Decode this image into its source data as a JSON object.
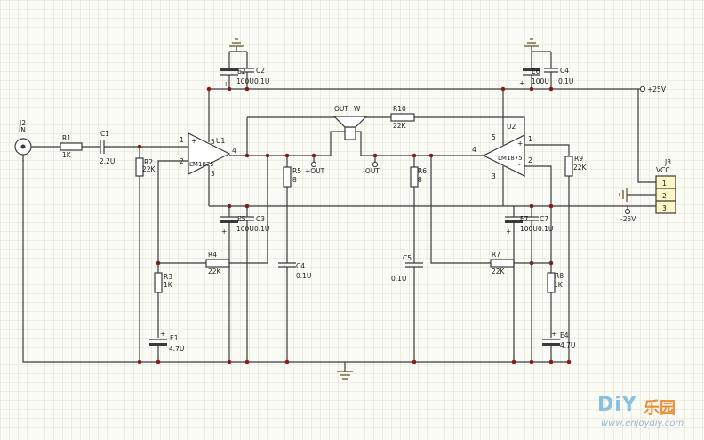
{
  "labels": {
    "j2": "J2",
    "in": "IN",
    "r1": "R1",
    "r1_val": "1K",
    "c1": "C1",
    "c1_val": "2.2U",
    "r2": "R2",
    "r2_val": "22K",
    "u1": "U1",
    "u1_chip": "LM1875",
    "u2": "U2",
    "u2_chip": "LM1875",
    "e2": "E2",
    "e2_val": "100U",
    "c2": "C2",
    "c2_val": "0.1U",
    "e6": "E6",
    "e6_val": "100U",
    "c4_top": "C4",
    "c4_top_val": "0.1U",
    "out": "OUT",
    "w": "W",
    "r10": "R10",
    "r10_val": "22K",
    "r5": "R5",
    "r5_val": "8",
    "r6": "R6",
    "r6_val": "8",
    "plus_out": "+OUT",
    "minus_out": "-OUT",
    "r9": "R9",
    "r9_val": "22K",
    "j3": "J3",
    "vcc": "VCC",
    "vcc1": "1",
    "vcc2": "2",
    "vcc3": "3",
    "plus25": "+25V",
    "minus25": "-25V",
    "e5": "E5",
    "e5_val": "100U",
    "c3": "C3",
    "c3_val": "0.1U",
    "e7": "E7",
    "e7_val": "100U",
    "c7": "C7",
    "c7_val": "0.1U",
    "r4": "R4",
    "r4_val": "22K",
    "r7": "R7",
    "r7_val": "22K",
    "c4": "C4",
    "c4_val": "0.1U",
    "c5": "C5",
    "c5_val": "0.1U",
    "r3": "R3",
    "r3_val": "1K",
    "r8": "R8",
    "r8_val": "1K",
    "e1": "E1",
    "e1_val": "4.7U",
    "e4": "E4",
    "e4_val": "4.7U",
    "pin1": "1",
    "pin2": "2",
    "pin3": "3",
    "pin4": "4",
    "pin5": "5",
    "plus": "+",
    "minus": "-"
  },
  "watermark": {
    "brand_a": "DiY",
    "brand_b": "乐园",
    "url": "www.enjoydiy.com"
  },
  "colors": {
    "grid": "#c9c9b5",
    "wire": "#3a3a3a",
    "junction": "#8b1a1a",
    "background": "#fbfbf6"
  }
}
